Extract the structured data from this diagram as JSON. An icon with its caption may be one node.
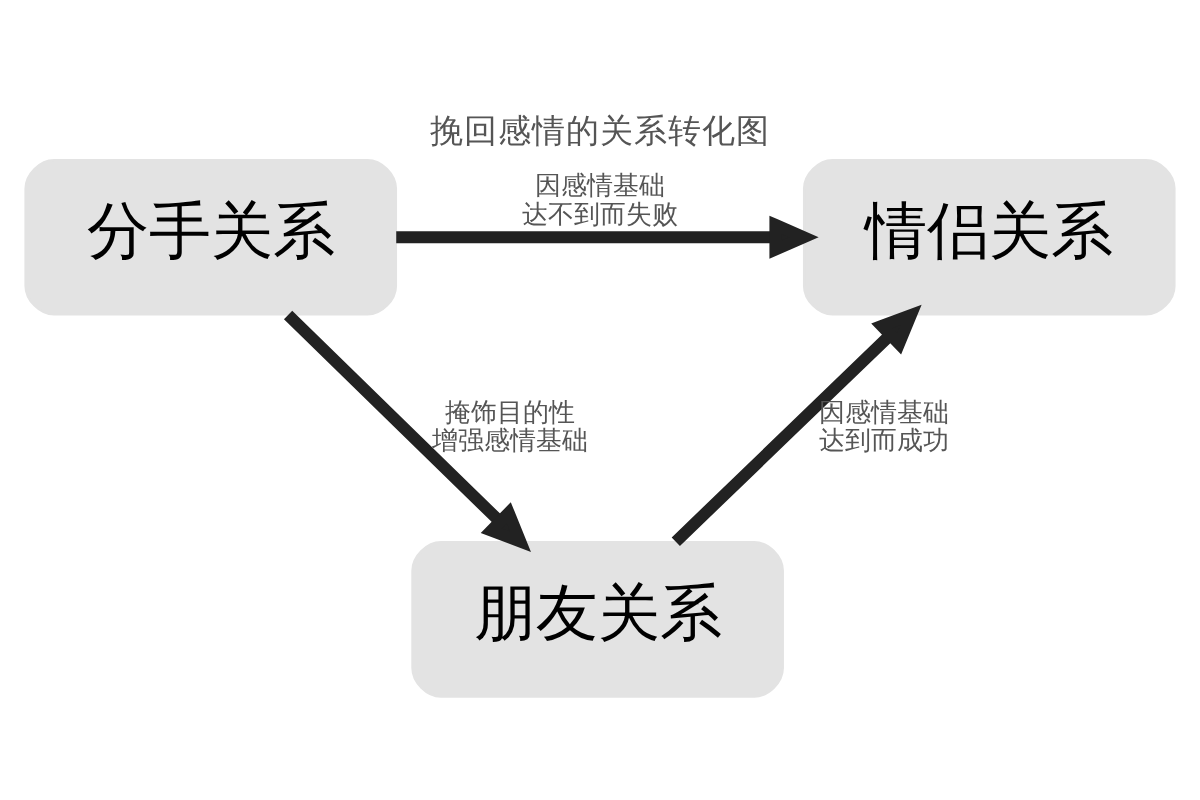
{
  "diagram": {
    "title": "挽回感情的关系转化图",
    "nodes": [
      {
        "text": [
          "分手关系"
        ]
      },
      {
        "text": [
          "情侣关系"
        ]
      },
      {
        "text": [
          "朋友关系"
        ]
      }
    ],
    "edges": [
      {
        "from": 0,
        "to": 1,
        "arrow": "to",
        "label": "因感情基础达不到而失败"
      },
      {
        "from": 0,
        "to": 2,
        "arrow": "to",
        "label": "掩饰目的性增强感情基础"
      },
      {
        "from": 2,
        "to": 1,
        "arrow": "to",
        "label": "因感情基础达到而成功"
      }
    ]
  }
}
